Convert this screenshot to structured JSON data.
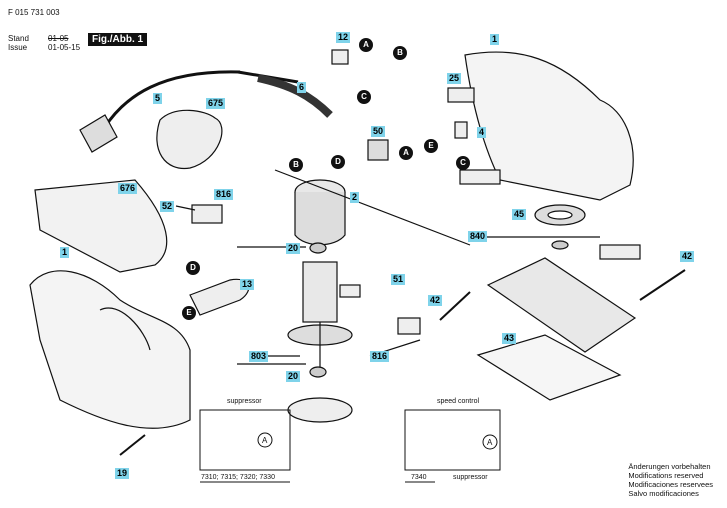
{
  "header": {
    "doc_number": "F 015 731 003",
    "stand_label": "Stand",
    "stand_value": "01-05",
    "issue_label": "Issue",
    "issue_value": "01-05-15",
    "figure_label": "Fig./Abb. 1"
  },
  "part_labels": [
    "1",
    "5",
    "6",
    "12",
    "675",
    "676",
    "25",
    "4",
    "50",
    "2",
    "52",
    "816",
    "20",
    "45",
    "840",
    "13",
    "51",
    "42",
    "42",
    "803",
    "20",
    "816",
    "43",
    "19",
    "1"
  ],
  "connectors": [
    "A",
    "B",
    "C",
    "E",
    "A",
    "B",
    "D",
    "D",
    "E",
    "C"
  ],
  "circuits": [
    {
      "label": "suppressor",
      "models": "7310; 7315; 7320; 7330"
    },
    {
      "label": "speed control",
      "label2": "suppressor",
      "models": "7340"
    }
  ],
  "notes": [
    "Änderungen vorbehalten",
    "Modifications reserved",
    "Modificaciones reservees",
    "Salvo modificaciones"
  ],
  "colors": {
    "label_bg": "#7fd3ea",
    "connector": "#111111"
  }
}
